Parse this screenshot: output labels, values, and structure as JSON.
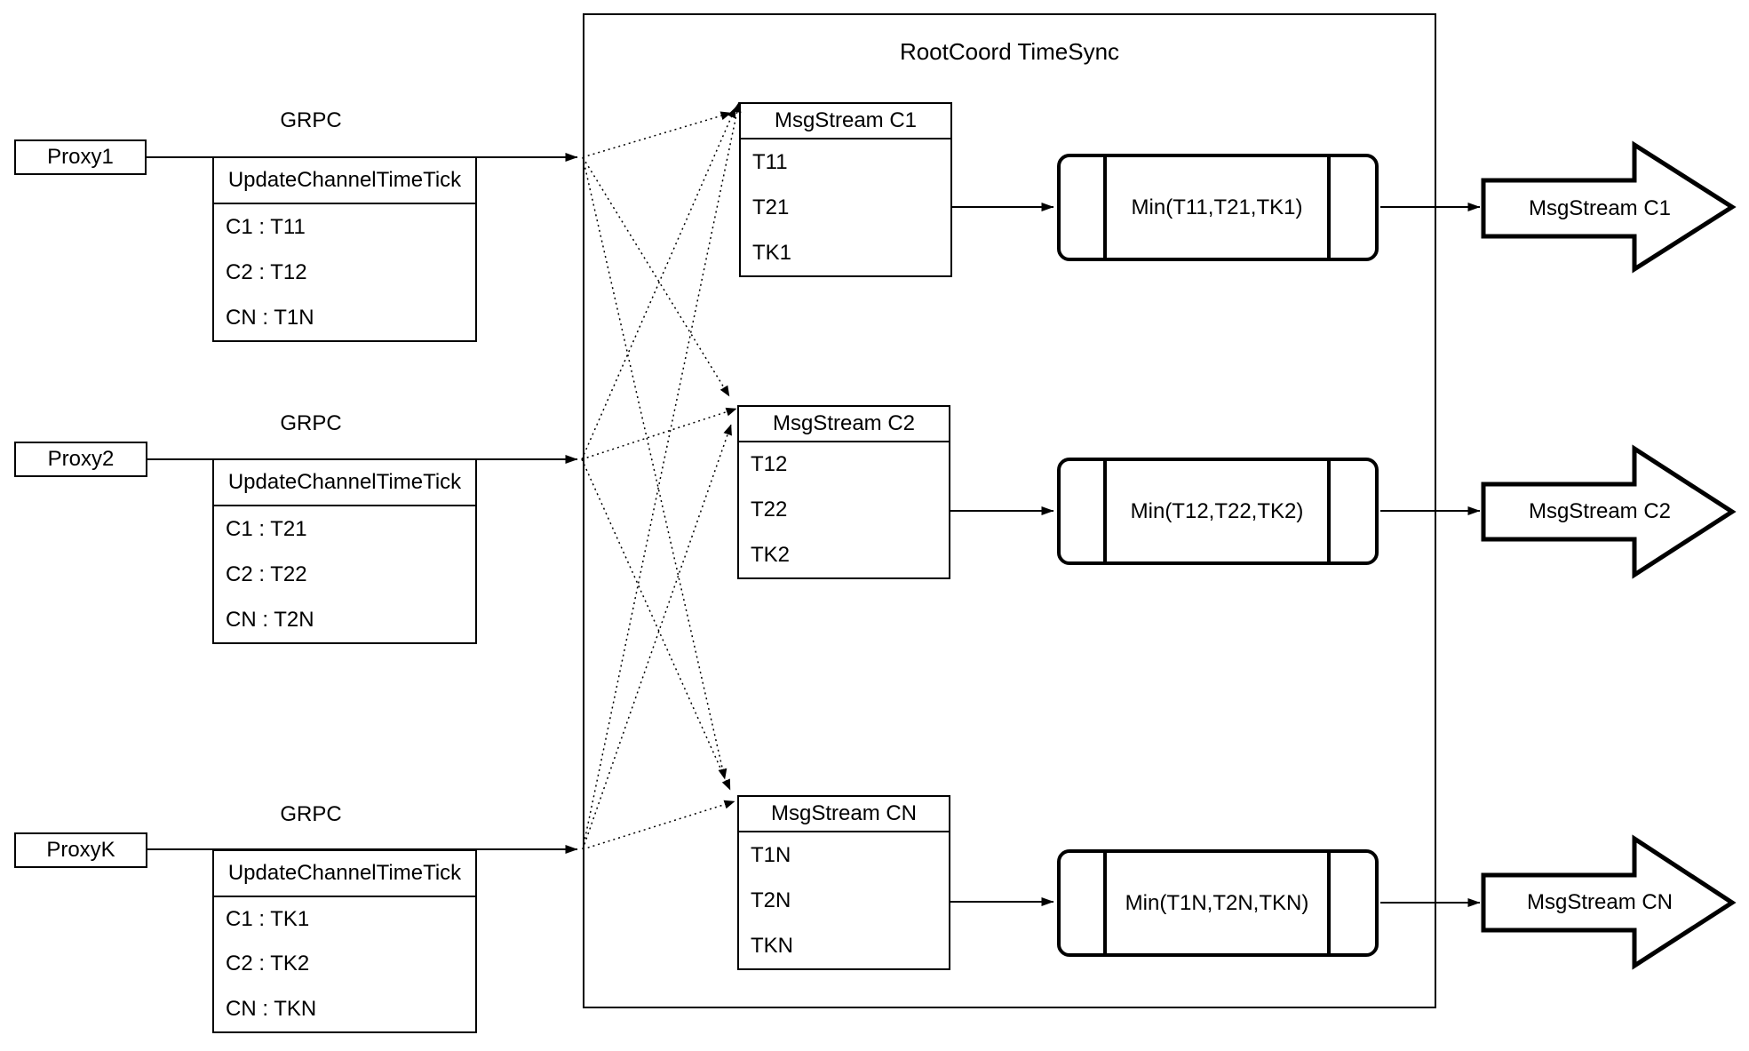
{
  "colors": {
    "background": "#ffffff",
    "stroke": "#000000"
  },
  "container": {
    "title": "RootCoord TimeSync"
  },
  "proxies": [
    {
      "label": "Proxy1",
      "grpc_label": "GRPC",
      "table_header": "UpdateChannelTimeTick",
      "rows": [
        "C1 :  T11",
        "C2 :  T12",
        "CN : T1N"
      ]
    },
    {
      "label": "Proxy2",
      "grpc_label": "GRPC",
      "table_header": "UpdateChannelTimeTick",
      "rows": [
        "C1 :  T21",
        "C2 :  T22",
        "CN : T2N"
      ]
    },
    {
      "label": "ProxyK",
      "grpc_label": "GRPC",
      "table_header": "UpdateChannelTimeTick",
      "rows": [
        "C1 :  TK1",
        "C2 :  TK2",
        "CN : TKN"
      ]
    }
  ],
  "streams": [
    {
      "title": "MsgStream C1",
      "rows": [
        "T11",
        "T21",
        "TK1"
      ],
      "min_label": "Min(T11,T21,TK1)",
      "output_label": "MsgStream C1"
    },
    {
      "title": "MsgStream C2",
      "rows": [
        "T12",
        "T22",
        "TK2"
      ],
      "min_label": "Min(T12,T22,TK2)",
      "output_label": "MsgStream C2"
    },
    {
      "title": "MsgStream CN",
      "rows": [
        "T1N",
        "T2N",
        "TKN"
      ],
      "min_label": "Min(T1N,T2N,TKN)",
      "output_label": "MsgStream CN"
    }
  ]
}
